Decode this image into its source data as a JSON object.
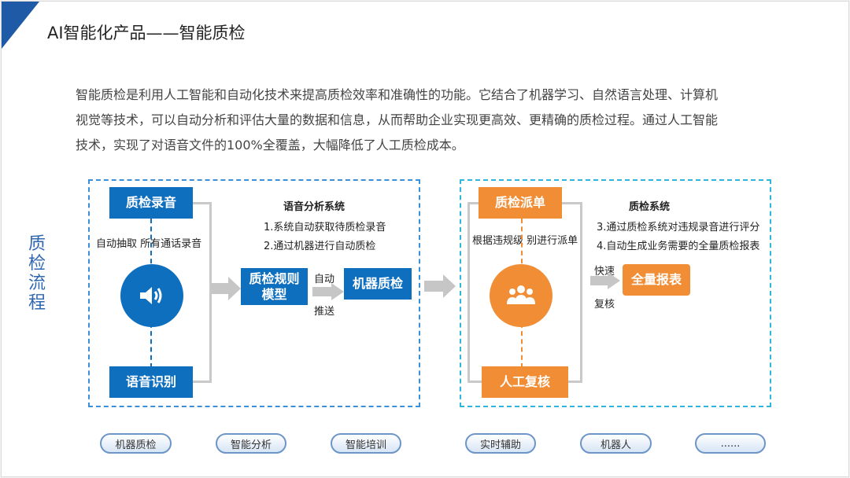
{
  "title": "AI智能化产品——智能质检",
  "intro": {
    "line1": "智能质检是利用人工智能和自动化技术来提高质检效率和准确性的功能。它结合了机器学习、自然语言处理、计算机",
    "line2": "视觉等技术，可以自动分析和评估大量的数据和信息，从而帮助企业实现更高效、更精确的质检过程。通过人工智能",
    "line3": "技术，实现了对语音文件的100%全覆盖，大幅降低了人工质检成本。"
  },
  "side_label": "质检流程",
  "left_panel": {
    "record_box": "质检录音",
    "record_note": "自动抽取 所有通话录音",
    "speech_box": "语音识别",
    "rule_model_line1": "质检规则",
    "rule_model_line2": "模型",
    "auto_label": "自动",
    "push_label": "推送",
    "machine_qc": "机器质检",
    "system_title": "语音分析系统",
    "step1": "1.系统自动获取待质检录音",
    "step2": "2.通过机器进行自动质检"
  },
  "right_panel": {
    "dispatch_box": "质检派单",
    "dispatch_note": "根据违规级 别进行派单",
    "manual_review": "人工复核",
    "system_title": "质检系统",
    "step3": "3.通过质检系统对违规录音进行评分",
    "step4": "4.自动生成业务需要的全量质检报表",
    "fast_label": "快速",
    "recheck_label": "复核",
    "full_report": "全量报表"
  },
  "colors": {
    "blue": "#0f6fbf",
    "orange": "#f08d35",
    "title_accent": "#1f5aa6"
  },
  "icons": {
    "speech": "speaker-icon",
    "review": "people-group-icon"
  },
  "pills": [
    "机器质检",
    "智能分析",
    "智能培训",
    "实时辅助",
    "机器人",
    "......"
  ]
}
